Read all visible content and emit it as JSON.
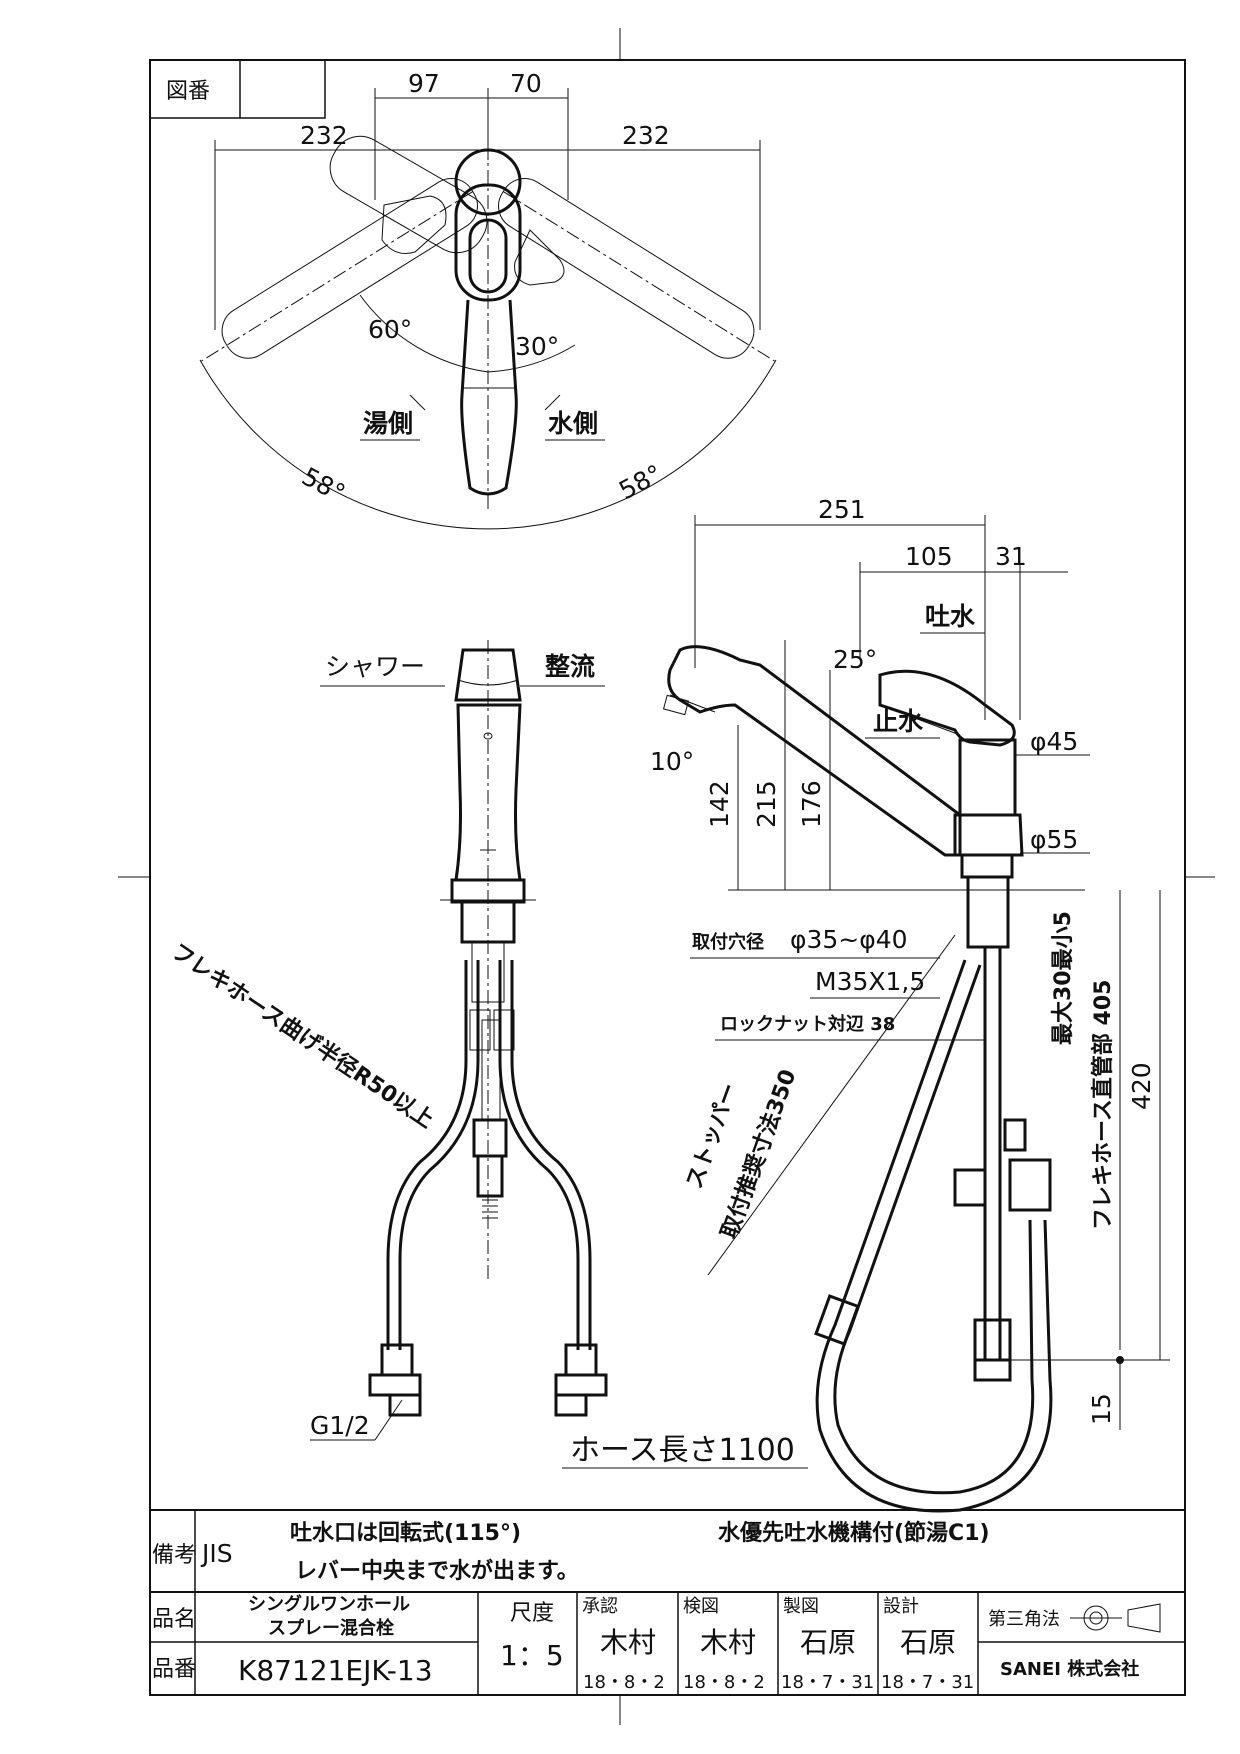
{
  "frame": {
    "zuban_label": "図番",
    "zuban_value": ""
  },
  "top_view": {
    "dims": [
      "97",
      "70",
      "232",
      "232"
    ],
    "angles": [
      "60°",
      "30°",
      "58°",
      "58°"
    ],
    "hot_side": "湯側",
    "cold_side": "水側"
  },
  "front_view": {
    "shower": "シャワー",
    "aerated": "整流",
    "hose_bend": "フレキホース曲げ半径R50以上",
    "thread": "G1/2"
  },
  "side_view": {
    "dims": [
      "251",
      "105",
      "31",
      "142",
      "215",
      "176",
      "15",
      "420"
    ],
    "spout_water": "吐水",
    "angle_25": "25°",
    "angle_10": "10°",
    "stop_water": "止水",
    "dia45": "φ45",
    "dia55": "φ55",
    "mount_hole_label": "取付穴径",
    "mount_hole_value": "φ35~φ40",
    "thread_m": "M35X1,5",
    "locknut": "ロックナット対辺 38",
    "max_thickness": "最大30最小5",
    "flex_length": "フレキホース直管部 405",
    "stopper_line1": "ストッパー",
    "stopper_line2": "取付推奨寸法350",
    "hose_length": "ホース長さ1100"
  },
  "title_block": {
    "notes_label": "備考",
    "jis": "JIS",
    "note1": "吐水口は回転式(115°)",
    "note2": "レバー中央まで水が出ます。",
    "note3": "水優先吐水機構付(節湯C1)",
    "name_label": "品名",
    "name_line1": "シングルワンホール",
    "name_line2": "スプレー混合栓",
    "number_label": "品番",
    "number_value": "K87121EJK-13",
    "scale_label": "尺度",
    "scale_value": "1：5",
    "approve_label": "承認",
    "approve_name": "木村",
    "approve_date": "18・8・2",
    "check_label": "検図",
    "check_name": "木村",
    "check_date": "18・8・2",
    "draw_label": "製図",
    "draw_name": "石原",
    "draw_date": "18・7・31",
    "design_label": "設計",
    "design_name": "石原",
    "design_date": "18・7・31",
    "projection": "第三角法",
    "company": "SANEI 株式会社"
  }
}
